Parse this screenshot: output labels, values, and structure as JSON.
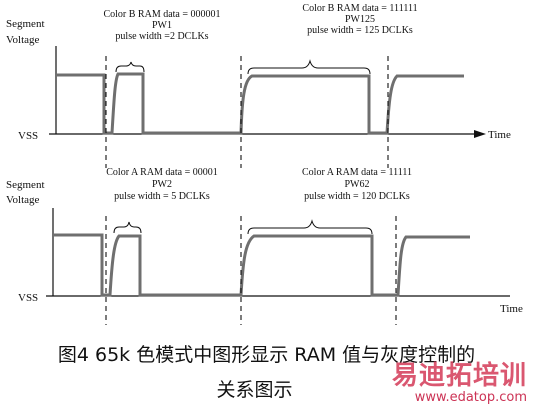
{
  "diagram": {
    "top_panel": {
      "ylabel_line1": "Segment",
      "ylabel_line2": "Voltage",
      "vss": "VSS",
      "time": "Time",
      "annotations": [
        {
          "line1": "Color B RAM data = 000001",
          "line2": "PW1",
          "line3": "pulse width =2 DCLKs"
        },
        {
          "line1": "Color B RAM data = 111111",
          "line2": "PW125",
          "line3": "pulse width = 125 DCLKs"
        }
      ]
    },
    "bottom_panel": {
      "ylabel_line1": "Segment",
      "ylabel_line2": "Voltage",
      "vss": "VSS",
      "time": "Time",
      "annotations": [
        {
          "line1": "Color A RAM data = 00001",
          "line2": "PW2",
          "line3": "pulse width = 5 DCLKs"
        },
        {
          "line1": "Color A RAM data = 11111",
          "line2": "PW62",
          "line3": "pulse width = 120 DCLKs"
        }
      ]
    }
  },
  "caption": {
    "line1": "图4  65k 色模式中图形显示 RAM 值与灰度控制的",
    "line2": "关系图示"
  },
  "watermark": {
    "brand": "易迪拓培训",
    "url": "www.edatop.com"
  },
  "colors": {
    "waveform": "#6f6f6f",
    "watermark": "#d64561"
  }
}
